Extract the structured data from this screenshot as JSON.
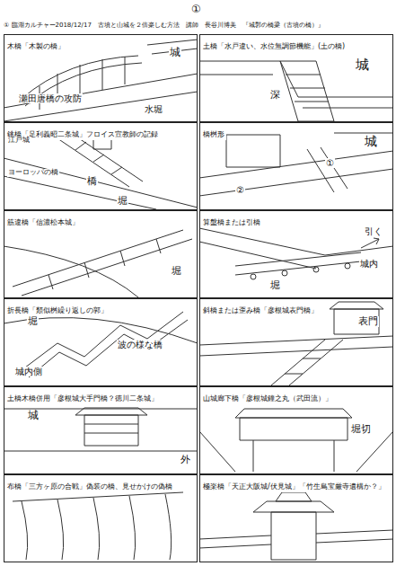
{
  "diagram": {
    "title": "① 臨湖カルチャー2018/12/17　古墳と山城を２倍楽しむ方法　講師　長谷川博美　『城郭の橋梁（古墳の橋）』",
    "nodes": [
      {
        "text": [
          "木橋「木製の橋」"
        ]
      },
      {
        "text": [
          "土橋「水戸違い、水位無調節機能」(土の橋)"
        ]
      },
      {
        "text": [
          "銚橋「足利義昭二条城」フロイス宣教師の記録"
        ]
      },
      {
        "text": [
          "橋桝形"
        ]
      },
      {
        "text": [
          "筋違橋「信濃松本城」"
        ]
      },
      {
        "text": [
          "算盤橋または引橋"
        ]
      },
      {
        "text": [
          "折長橋「類似桝繰り返しの郭」"
        ]
      },
      {
        "text": [
          "斜橋または歪み橋「彦根城表門橋」"
        ]
      },
      {
        "text": [
          "土橋木橋併用「彦根城大手門橋？徳川二条城」"
        ]
      },
      {
        "text": [
          "山城廊下橋「彦根城鐘之丸（武田流）」"
        ]
      },
      {
        "text": [
          "布橋「三方ヶ原の合戦」偽装の橋、見せかけの偽橋"
        ]
      },
      {
        "text": [
          "極楽橋「天正大阪城/伏見城」「竹生島宝厳寺遺構か？」"
        ]
      }
    ],
    "labels": [
      "①",
      "城",
      "瀬田唐橋の攻防",
      "水堀",
      "城",
      "深",
      "江戸城",
      "ヨーロッパの橋",
      "橋",
      "堀",
      "城",
      "①",
      "②",
      "堀",
      "引く",
      "城内",
      "堀",
      "堀",
      "波の様な橋",
      "城内側",
      "表門",
      "城",
      "外",
      "堀切"
    ]
  }
}
